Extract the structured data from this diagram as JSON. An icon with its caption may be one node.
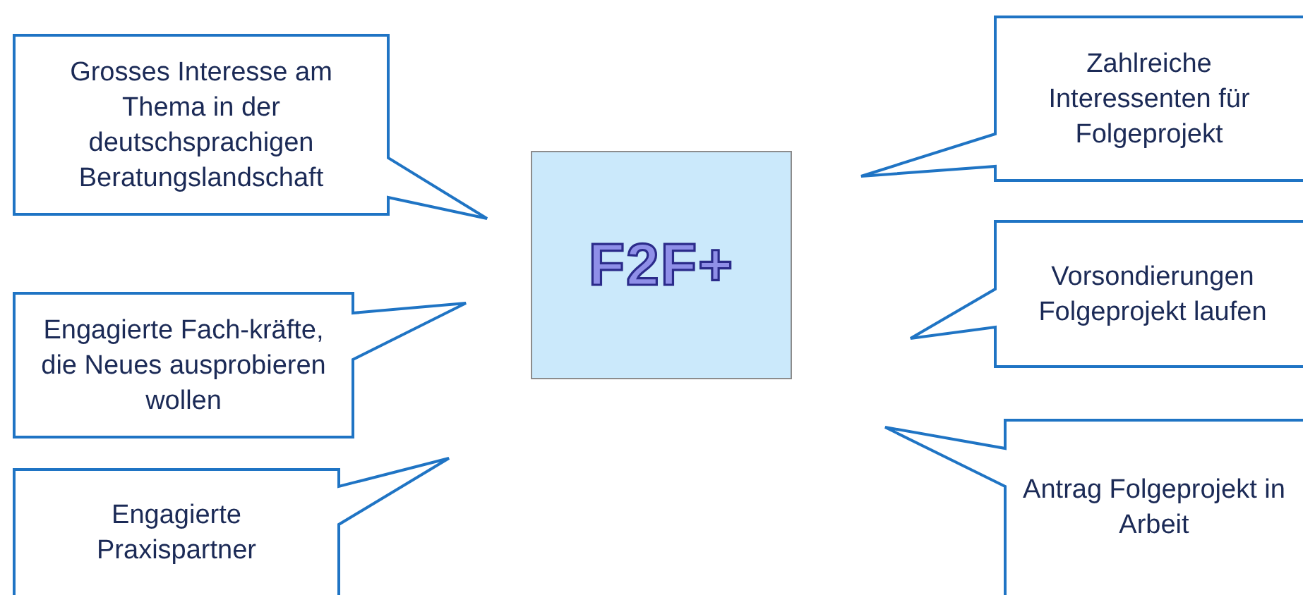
{
  "diagram": {
    "nodes": [
      {
        "text": [
          "Grosses Interesse am Thema in der deutschsprachigen Beratungslandschaft"
        ]
      },
      {
        "text": [
          "Engagierte Fach-kräfte, die Neues ausprobieren wollen"
        ]
      },
      {
        "text": [
          "Engagierte Praxispartner"
        ]
      },
      {
        "text": [
          "F2F+"
        ]
      },
      {
        "text": [
          "Zahlreiche Interessenten für Folgeprojekt"
        ]
      },
      {
        "text": [
          "Vorsondierungen Folgeprojekt laufen"
        ]
      },
      {
        "text": [
          "Antrag Folgeprojekt in Arbeit"
        ]
      }
    ]
  }
}
